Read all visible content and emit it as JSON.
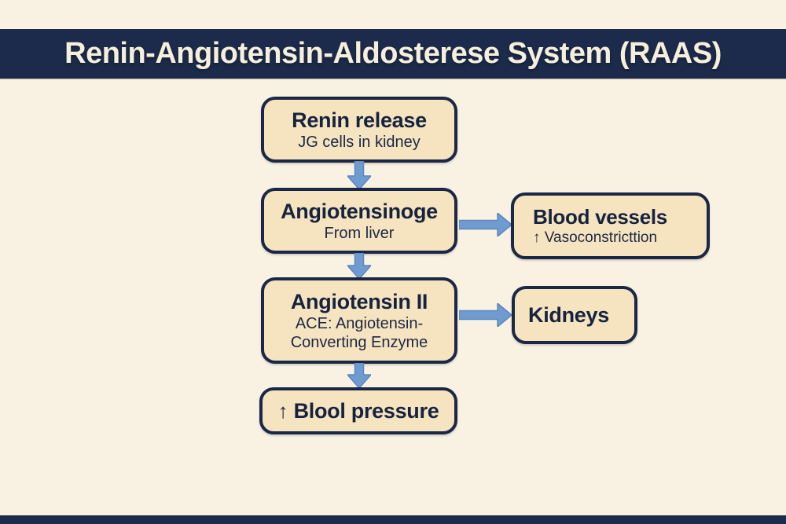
{
  "header": {
    "title": "Renin-Angiotensin-Aldosterese System (RAAS)"
  },
  "nodes": {
    "renin": {
      "title": "Renin release",
      "subtitle": "JG cells in kidney"
    },
    "angiotensinogen": {
      "title": "Angiotensinoge",
      "subtitle": "From liver"
    },
    "angiotensin_ii": {
      "title": "Angiotensin II",
      "subtitle_line1": "ACE: Angiotensin-",
      "subtitle_line2": "Converting Enzyme"
    },
    "blood_pressure": {
      "prefix": "↑",
      "title": "Blool pressure"
    },
    "blood_vessels": {
      "title": "Blood vessels",
      "subtitle": "↑ Vasoconstricttion"
    },
    "kidneys": {
      "title": "Kidneys"
    }
  },
  "colors": {
    "background": "#f9f2e2",
    "bar_navy": "#1c2b4b",
    "box_fill": "#f6e3bf",
    "box_border": "#1b2845",
    "text_navy": "#16233f",
    "header_text": "#f6efdc",
    "arrow_blue": "#6f9bd0"
  }
}
